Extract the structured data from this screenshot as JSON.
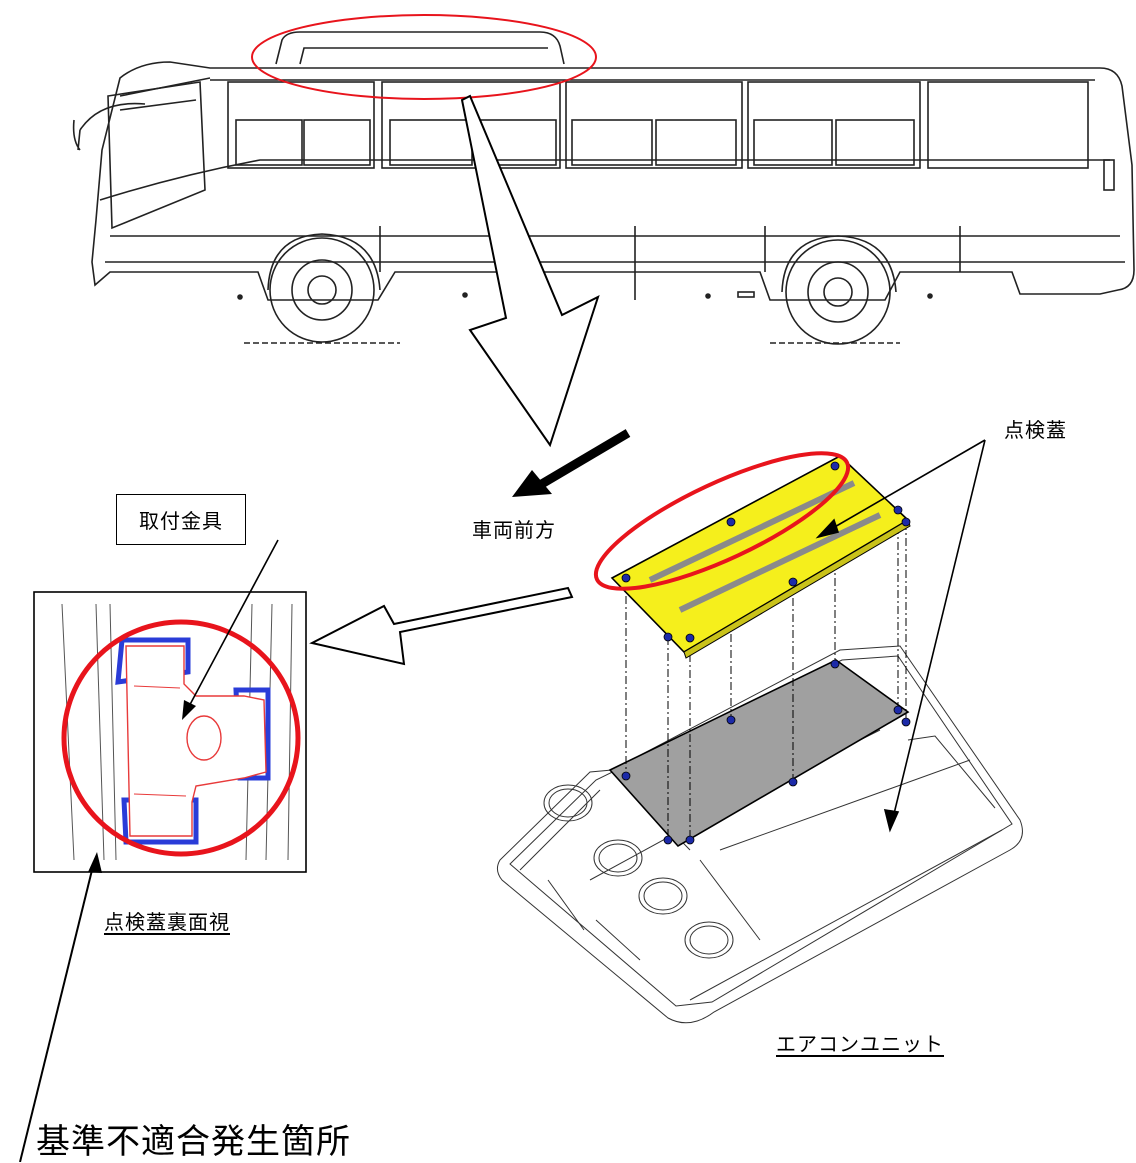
{
  "labels": {
    "inspection_cover": "点検蓋",
    "mounting_bracket": "取付金具",
    "vehicle_front": "車両前方",
    "cover_back_view": "点検蓋裏面視",
    "aircon_unit": "エアコンユニット",
    "nonconformity_location": "基準不適合発生箇所"
  },
  "colors": {
    "highlight_ring": "#e8141c",
    "cover_fill": "#f5ef1c",
    "hatch_fill": "#a0a0a0",
    "bracket_outline": "#e83a3a",
    "bracket_marks": "#2a3cd8",
    "fastener_dots": "#1c2aa8"
  }
}
